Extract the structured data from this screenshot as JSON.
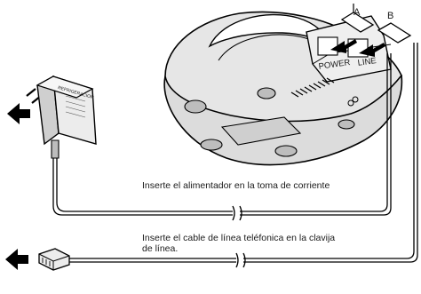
{
  "callouts": {
    "a": "A",
    "b": "B"
  },
  "ports": {
    "power": "POWER",
    "line": "LINE"
  },
  "adapter_label": "REFRIGERACION",
  "captions": {
    "power_instruction": "Inserte el alimentador en la toma de corriente",
    "line_instruction_1": "Inserte el cable de línea teléfonica en la clavija",
    "line_instruction_2": "de línea."
  }
}
